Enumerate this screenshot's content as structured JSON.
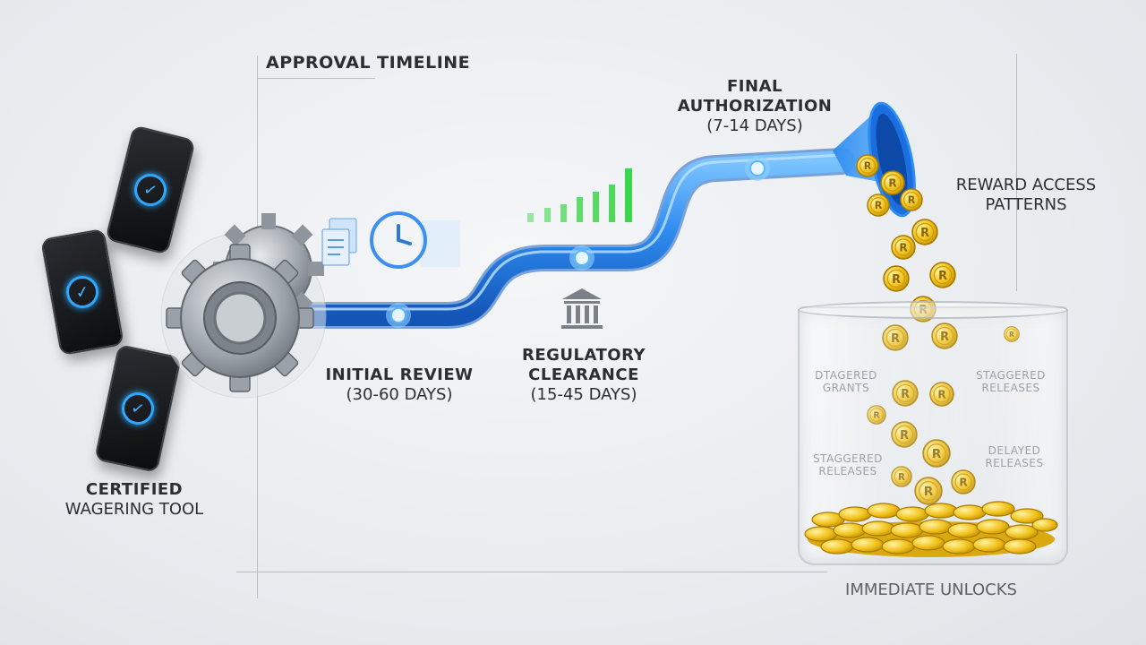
{
  "title": "APPROVAL TIMELINE",
  "source": {
    "line1": "CERTIFIED",
    "line2": "WAGERING TOOL"
  },
  "stages": [
    {
      "name": "INITIAL REVIEW",
      "duration": "(30-60 DAYS)"
    },
    {
      "name_line1": "REGULATORY",
      "name_line2": "CLEARANCE",
      "duration": "(15-45 DAYS)"
    },
    {
      "name_line1": "FINAL",
      "name_line2": "AUTHORIZATION",
      "duration": "(7-14 DAYS)"
    }
  ],
  "reward": {
    "line1": "REWARD ACCESS",
    "line2": "PATTERNS"
  },
  "jar_labels": {
    "top_left_1": "DTAGERED",
    "top_left_2": "GRANTS",
    "top_right_1": "STAGGERED",
    "top_right_2": "RELEASES",
    "bottom_left_1": "STAGGERED",
    "bottom_left_2": "RELEASES",
    "bottom_right_1": "DELAYED",
    "bottom_right_2": "RELEASES"
  },
  "bottom_label": "IMMEDIATE UNLOCKS",
  "coin_glyph": "R",
  "colors": {
    "pipe": "#2f8cf0",
    "coin": "#f2c21b",
    "bars": "#3cd64a",
    "check": "#2ea8ff"
  },
  "icons": [
    "check-circle-icon",
    "gear-icon",
    "document-icon",
    "clock-icon",
    "bank-icon",
    "bar-chart-icon",
    "funnel-icon",
    "coin-icon",
    "jar-icon"
  ]
}
